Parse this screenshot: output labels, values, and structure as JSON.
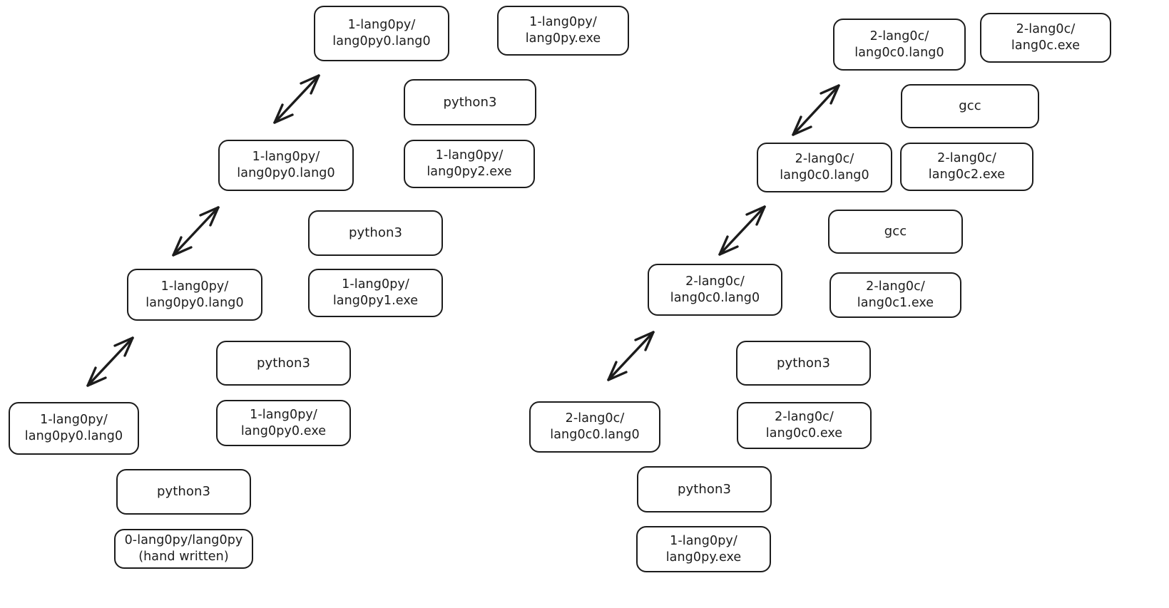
{
  "diagram": {
    "type": "diagram",
    "title": "",
    "stroke_color": "#1c1c1c",
    "background_color": "#ffffff",
    "chains": [
      {
        "name": "lang0py-bootstrap-chain",
        "nodes": [
          {
            "id": "py-src-3",
            "label": "1-lang0py/\nlang0py0.lang0",
            "kind": "source"
          },
          {
            "id": "py-src-2",
            "label": "1-lang0py/\nlang0py0.lang0",
            "kind": "source"
          },
          {
            "id": "py-src-1",
            "label": "1-lang0py/\nlang0py0.lang0",
            "kind": "source"
          },
          {
            "id": "py-src-0",
            "label": "1-lang0py/\nlang0py0.lang0",
            "kind": "source"
          },
          {
            "id": "py-out-top",
            "label": "1-lang0py/\nlang0py.exe",
            "kind": "output"
          },
          {
            "id": "py-tool-2",
            "label": "python3",
            "kind": "tool"
          },
          {
            "id": "py-exe-2",
            "label": "1-lang0py/\nlang0py2.exe",
            "kind": "output"
          },
          {
            "id": "py-tool-1",
            "label": "python3",
            "kind": "tool"
          },
          {
            "id": "py-exe-1",
            "label": "1-lang0py/\nlang0py1.exe",
            "kind": "output"
          },
          {
            "id": "py-tool-0",
            "label": "python3",
            "kind": "tool"
          },
          {
            "id": "py-exe-0",
            "label": "1-lang0py/\nlang0py0.exe",
            "kind": "output"
          },
          {
            "id": "py-tool-h",
            "label": "python3",
            "kind": "tool"
          },
          {
            "id": "py-hand",
            "label": "0-lang0py/lang0py\n(hand written)",
            "kind": "source"
          }
        ]
      },
      {
        "name": "lang0c-bootstrap-chain",
        "nodes": [
          {
            "id": "c-src-3",
            "label": "2-lang0c/\nlang0c0.lang0",
            "kind": "source"
          },
          {
            "id": "c-src-2",
            "label": "2-lang0c/\nlang0c0.lang0",
            "kind": "source"
          },
          {
            "id": "c-src-1",
            "label": "2-lang0c/\nlang0c0.lang0",
            "kind": "source"
          },
          {
            "id": "c-src-0",
            "label": "2-lang0c/\nlang0c0.lang0",
            "kind": "source"
          },
          {
            "id": "c-out-top",
            "label": "2-lang0c/\nlang0c.exe",
            "kind": "output"
          },
          {
            "id": "c-tool-2",
            "label": "gcc",
            "kind": "tool"
          },
          {
            "id": "c-exe-2",
            "label": "2-lang0c/\nlang0c2.exe",
            "kind": "output"
          },
          {
            "id": "c-tool-1",
            "label": "gcc",
            "kind": "tool"
          },
          {
            "id": "c-exe-1",
            "label": "2-lang0c/\nlang0c1.exe",
            "kind": "output"
          },
          {
            "id": "c-tool-0",
            "label": "python3",
            "kind": "tool"
          },
          {
            "id": "c-exe-0",
            "label": "2-lang0c/\nlang0c0.exe",
            "kind": "output"
          },
          {
            "id": "c-tool-b",
            "label": "python3",
            "kind": "tool"
          },
          {
            "id": "c-base",
            "label": "1-lang0py/\nlang0py.exe",
            "kind": "output"
          }
        ]
      }
    ],
    "arrows": [
      {
        "id": "py-arrow-3",
        "from": "py-src-2",
        "to": "py-src-3",
        "style": "double-headed"
      },
      {
        "id": "py-arrow-2",
        "from": "py-src-1",
        "to": "py-src-2",
        "style": "double-headed"
      },
      {
        "id": "py-arrow-1",
        "from": "py-src-0",
        "to": "py-src-1",
        "style": "double-headed"
      },
      {
        "id": "c-arrow-3",
        "from": "c-src-2",
        "to": "c-src-3",
        "style": "double-headed"
      },
      {
        "id": "c-arrow-2",
        "from": "c-src-1",
        "to": "c-src-2",
        "style": "double-headed"
      },
      {
        "id": "c-arrow-1",
        "from": "c-src-0",
        "to": "c-src-1",
        "style": "double-headed"
      }
    ]
  }
}
